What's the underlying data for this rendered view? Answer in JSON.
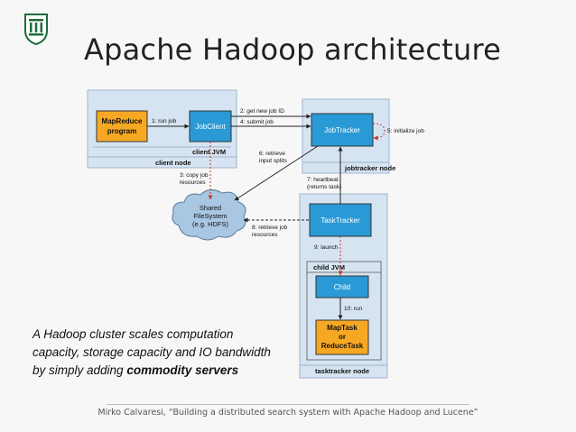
{
  "slide": {
    "title": "Apache Hadoop architecture",
    "caption_line1": "A Hadoop cluster scales computation",
    "caption_line2": "capacity, storage capacity and IO bandwidth",
    "caption_line3_pre": "by simply adding ",
    "caption_line3_bold": "commodity servers",
    "footer": "Mirko Calvaresi, “Building a distributed search system with Apache Hadoop and Lucene”"
  },
  "diagram": {
    "mapreduce_program": [
      "MapReduce",
      "program"
    ],
    "jobclient": "JobClient",
    "client_jvm": "client JVM",
    "client_node": "client node",
    "jobtracker": "JobTracker",
    "jobtracker_node": "jobtracker node",
    "tasktracker": "TaskTracker",
    "child_jvm": "child JVM",
    "child": "Child",
    "maptask": [
      "MapTask",
      "or",
      "ReduceTask"
    ],
    "tasktracker_node": "tasktracker node",
    "hdfs": [
      "Shared",
      "FileSystem",
      "(e.g. HDFS)"
    ],
    "step1": "1: run job",
    "step2": "2: get new job ID",
    "step3": [
      "3: copy job",
      "resources"
    ],
    "step4": "4: submit job",
    "step5": "5: initialize job",
    "step6": [
      "6: retrieve",
      "input splits"
    ],
    "step7": [
      "7: heartbeat",
      "(returns task)"
    ],
    "step8": [
      "8: retrieve job",
      "resources"
    ],
    "step9": "9: launch",
    "step10": "10: run"
  },
  "colors": {
    "node_bg": "#d6e4f2",
    "blue_box": "#2a9ad6",
    "orange_box": "#f7a823",
    "logo_green": "#1e6b3a"
  }
}
